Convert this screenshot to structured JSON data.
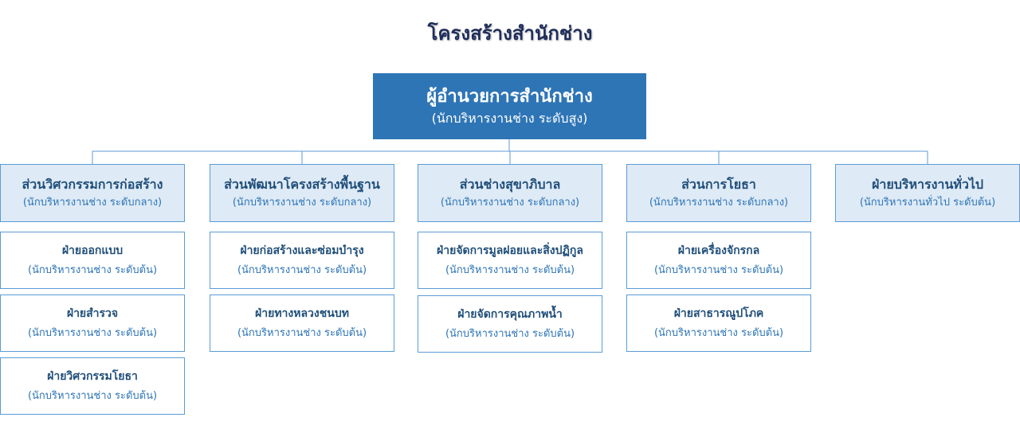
{
  "title": "โครงสร้างสำนักช่าง",
  "director": {
    "name": "ผู้อำนวยการสำนักช่าง",
    "level": "(นักบริหารงานช่าง ระดับสูง)"
  },
  "departments": [
    {
      "name": "ส่วนวิศวกรรมการก่อสร้าง",
      "level": "(นักบริหารงานช่าง ระดับกลาง)",
      "units": [
        {
          "name": "ฝ่ายออกแบบ",
          "level": "(นักบริหารงานช่าง ระดับต้น)"
        },
        {
          "name": "ฝ่ายสำรวจ",
          "level": "(นักบริหารงานช่าง ระดับต้น)"
        },
        {
          "name": "ฝ่ายวิศวกรรมโยธา",
          "level": "(นักบริหารงานช่าง ระดับต้น)"
        }
      ]
    },
    {
      "name": "ส่วนพัฒนาโครงสร้างพื้นฐาน",
      "level": "(นักบริหารงานช่าง ระดับกลาง)",
      "units": [
        {
          "name": "ฝ่ายก่อสร้างและซ่อมบำรุง",
          "level": "(นักบริหารงานช่าง ระดับต้น)"
        },
        {
          "name": "ฝ่ายทางหลวงชนบท",
          "level": "(นักบริหารงานช่าง ระดับต้น)"
        }
      ]
    },
    {
      "name": "ส่วนช่างสุขาภิบาล",
      "level": "(นักบริหารงานช่าง ระดับกลาง)",
      "units": [
        {
          "name": "ฝ่ายจัดการมูลฝอยและสิ่งปฏิกูล",
          "level": "(นักบริหารงานช่าง ระดับต้น)"
        },
        {
          "name": "ฝ่ายจัดการคุณภาพน้ำ",
          "level": "(นักบริหารงานช่าง ระดับต้น)"
        }
      ]
    },
    {
      "name": "ส่วนการโยธา",
      "level": "(นักบริหารงานช่าง ระดับกลาง)",
      "units": [
        {
          "name": "ฝ่ายเครื่องจักรกล",
          "level": "(นักบริหารงานช่าง ระดับต้น)"
        },
        {
          "name": "ฝ่ายสาธารณูปโภค",
          "level": "(นักบริหารงานช่าง ระดับต้น)"
        }
      ]
    },
    {
      "name": "ฝ่ายบริหารงานทั่วไป",
      "level": "(นักบริหารงานทั่วไป ระดับต้น)",
      "units": []
    }
  ],
  "colors": {
    "title": "#1f2d5a",
    "director_fill": "#2e75b6",
    "dept_fill": "#deeaf6",
    "border": "#5b9bd5",
    "text_dark": "#1f4e79",
    "text_blue": "#2e75b6"
  }
}
